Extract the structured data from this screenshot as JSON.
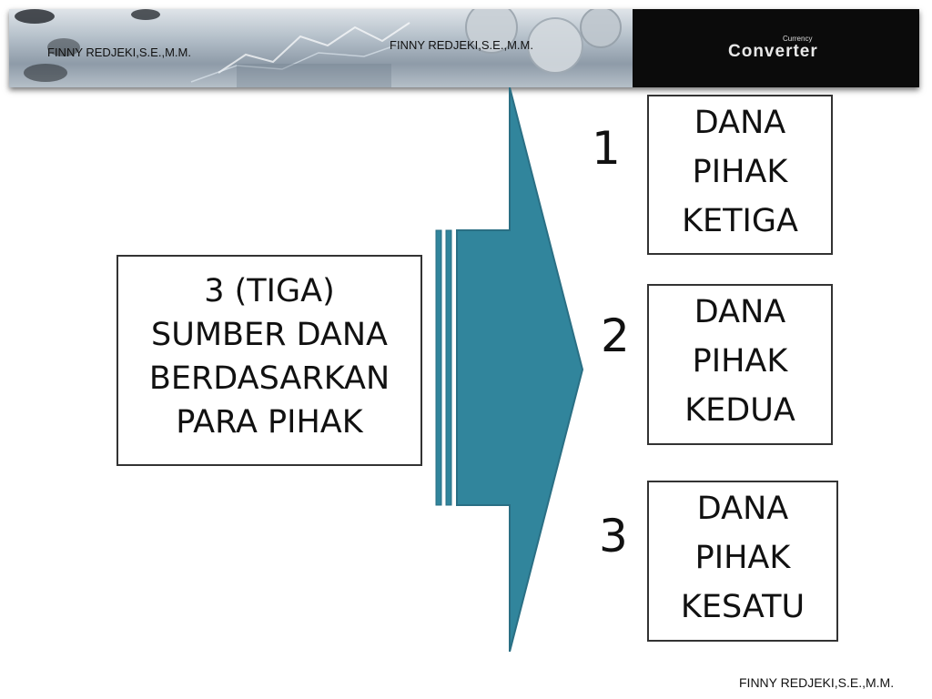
{
  "header": {
    "author_left": "FINNY REDJEKI,S.E.,M.M.",
    "author_center": "FINNY REDJEKI,S.E.,M.M.",
    "currency_small": "Currency",
    "currency_big": "Converter"
  },
  "main": {
    "lines": [
      "3 (TIGA)",
      "SUMBER DANA",
      "BERDASARKAN",
      "PARA PIHAK"
    ]
  },
  "items": [
    {
      "number": "1",
      "lines": [
        "DANA",
        "PIHAK",
        "KETIGA"
      ]
    },
    {
      "number": "2",
      "lines": [
        "DANA",
        "PIHAK",
        "KEDUA"
      ]
    },
    {
      "number": "3",
      "lines": [
        "DANA",
        "PIHAK",
        "KESATU"
      ]
    }
  ],
  "footer": {
    "author": "FINNY REDJEKI,S.E.,M.M."
  },
  "colors": {
    "arrow_fill": "#31859c",
    "arrow_stroke": "#2a6f84",
    "border": "#333333"
  }
}
